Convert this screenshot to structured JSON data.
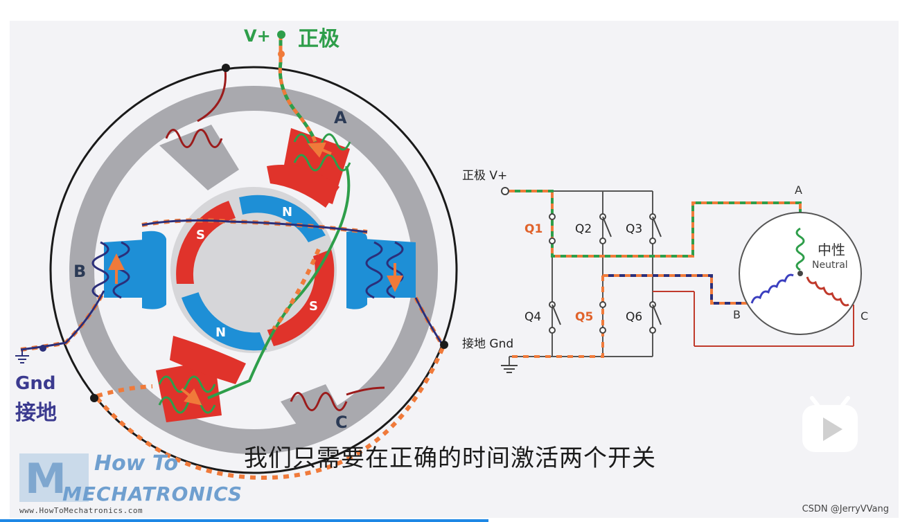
{
  "motor": {
    "vplus_label": "V+",
    "positive_label": "正极",
    "phase_a": "A",
    "phase_b": "B",
    "phase_c": "C",
    "gnd_label": "Gnd",
    "ground_label": "接地",
    "pole_s": "S",
    "pole_n": "N"
  },
  "circuit": {
    "positive_label": "正极 V+",
    "ground_label": "接地 Gnd",
    "switches": [
      "Q1",
      "Q2",
      "Q3",
      "Q4",
      "Q5",
      "Q6"
    ],
    "active_switches": [
      "Q1",
      "Q5"
    ],
    "phase_a": "A",
    "phase_b": "B",
    "phase_c": "C",
    "neutral_cn": "中性",
    "neutral_en": "Neutral"
  },
  "logo": {
    "line1": "How To",
    "line2": "MECHATRONICS",
    "site": "www.HowToMechatronics.com"
  },
  "subtitle": "我们只需要在正确的时间激活两个开关",
  "watermark": "CSDN @JerryVVang",
  "player": {
    "icon": "bilibili-play-icon",
    "progress_fraction": 0.543
  },
  "colors": {
    "active_orange": "#f07a3a",
    "green": "#2e9e4a",
    "navy": "#2b2f7a",
    "red": "#d9302a",
    "blue": "#1e8fd6"
  }
}
